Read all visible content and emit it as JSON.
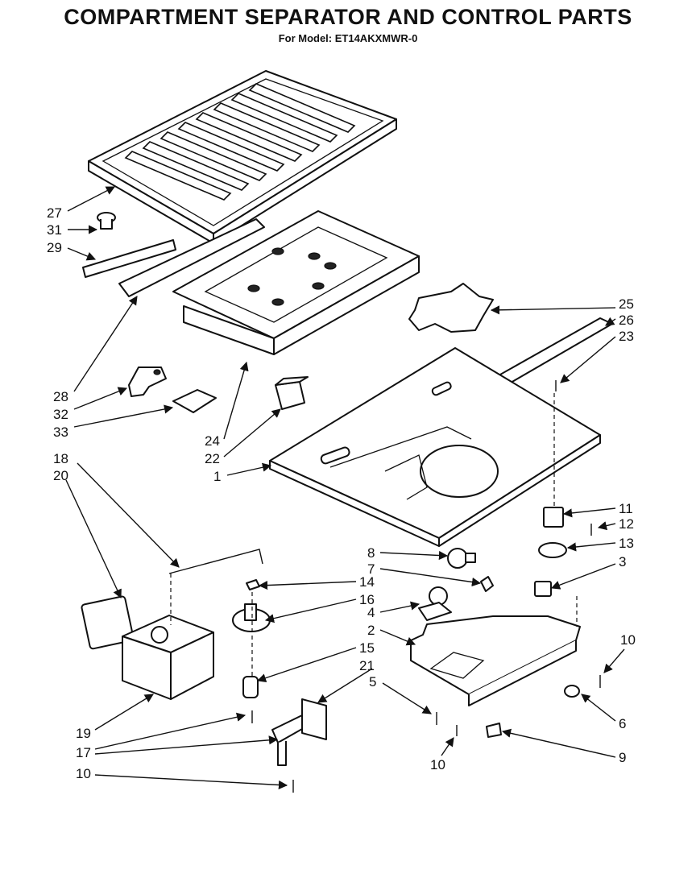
{
  "title": "COMPARTMENT SEPARATOR AND CONTROL PARTS",
  "subtitle": "For Model: ET14AKXMWR-0",
  "callouts": {
    "c27": "27",
    "c31": "31",
    "c29": "29",
    "c28": "28",
    "c32": "32",
    "c33": "33",
    "c24": "24",
    "c22": "22",
    "c1": "1",
    "c25": "25",
    "c26": "26",
    "c23": "23",
    "c18": "18",
    "c20": "20",
    "c11": "11",
    "c12": "12",
    "c13": "13",
    "c8": "8",
    "c7": "7",
    "c3": "3",
    "c14": "14",
    "c16": "16",
    "c4": "4",
    "c2": "2",
    "c15": "15",
    "c21": "21",
    "c10a": "10",
    "c5": "5",
    "c6": "6",
    "c19": "19",
    "c17": "17",
    "c10b": "10",
    "c9": "9",
    "c10c": "10"
  }
}
